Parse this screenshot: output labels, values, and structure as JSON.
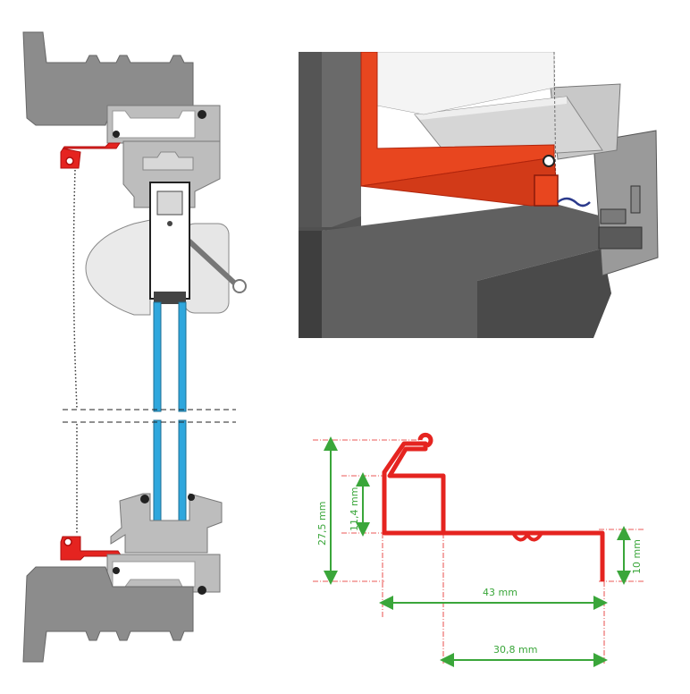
{
  "colors": {
    "frame_grey": "#8c8c8c",
    "sash_grey": "#bdbdbd",
    "dark_grey": "#4f4f4f",
    "profile_red": "#e52420",
    "render_red": "#e8461f",
    "glass_blue": "#2fa7dd",
    "dimension_green": "#3aa63a",
    "gasket_blue": "#2b3a8c"
  },
  "dimensions": {
    "height_total": "27,5 mm",
    "height_inner": "11,4 mm",
    "height_flange": "10 mm",
    "width_total": "43 mm",
    "width_partial": "30,8 mm"
  }
}
